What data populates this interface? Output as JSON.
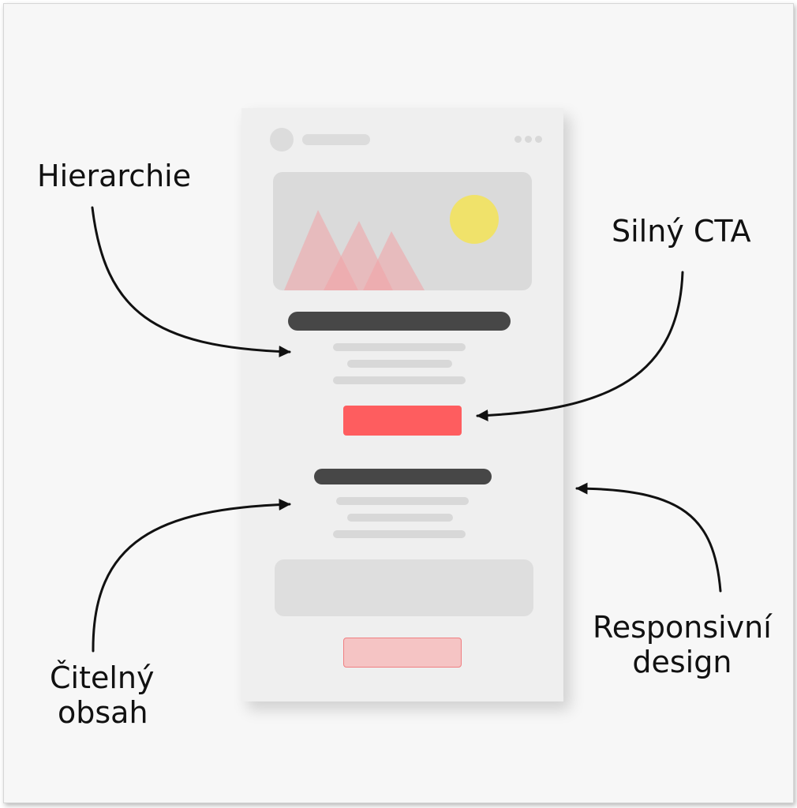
{
  "labels": {
    "hierarchy": "Hierarchie",
    "cta": "Silný CTA",
    "readable_line1": "Čitelný",
    "readable_line2": "obsah",
    "responsive_line1": "Responsivní",
    "responsive_line2": "design"
  },
  "icons": {
    "menu": "more-dots-icon",
    "avatar": "avatar-placeholder",
    "hero": "mountain-sun-image-icon"
  },
  "colors": {
    "page_background": "#f7f7f7",
    "phone_background": "#efefef",
    "placeholder_gray": "#d8d8d8",
    "heading_bar": "#474747",
    "cta_primary": "#fe5d5f",
    "cta_secondary": "#f5c4c4",
    "sun": "#f0e26a",
    "mountains": "#f3a2a5",
    "arrow": "#111111"
  }
}
